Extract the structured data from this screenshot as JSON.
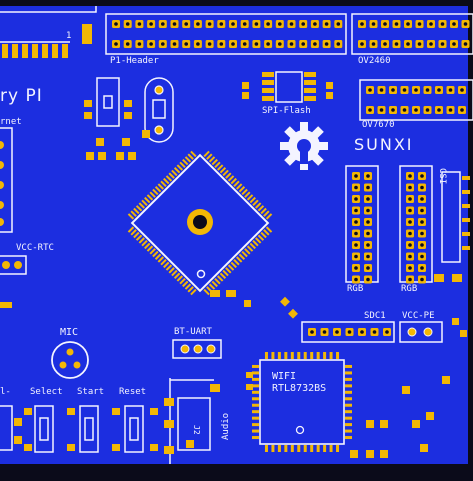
{
  "pcb": {
    "title_fragment": "ry PI",
    "ethernet_fragment": "rnet",
    "header_p1": "P1-Header",
    "ov2460": "OV2460",
    "ov7670": "OV7670",
    "spi_flash": "SPI-Flash",
    "sunxi": "SUNXI",
    "csi_fragment": "CSI",
    "vcc_rtc": "VCC-RTC",
    "rgb_left": "RGB",
    "rgb_right": "RGB",
    "sdc1": "SDC1",
    "vcc_pe": "VCC-PE",
    "mic": "MIC",
    "bt_uart": "BT-UART",
    "wifi_line1": "WIFI",
    "wifi_line2": "RTL8732BS",
    "select": "Select",
    "start": "Start",
    "reset": "Reset",
    "left_btn_fragment": "l-",
    "audio": "Audio",
    "j2": "J2",
    "pin1_marker": "1",
    "colors": {
      "board": "#1c2ee0",
      "silk": "#f4f4ff",
      "pad": "#f2b705",
      "edge": "#0b0b1a"
    }
  }
}
